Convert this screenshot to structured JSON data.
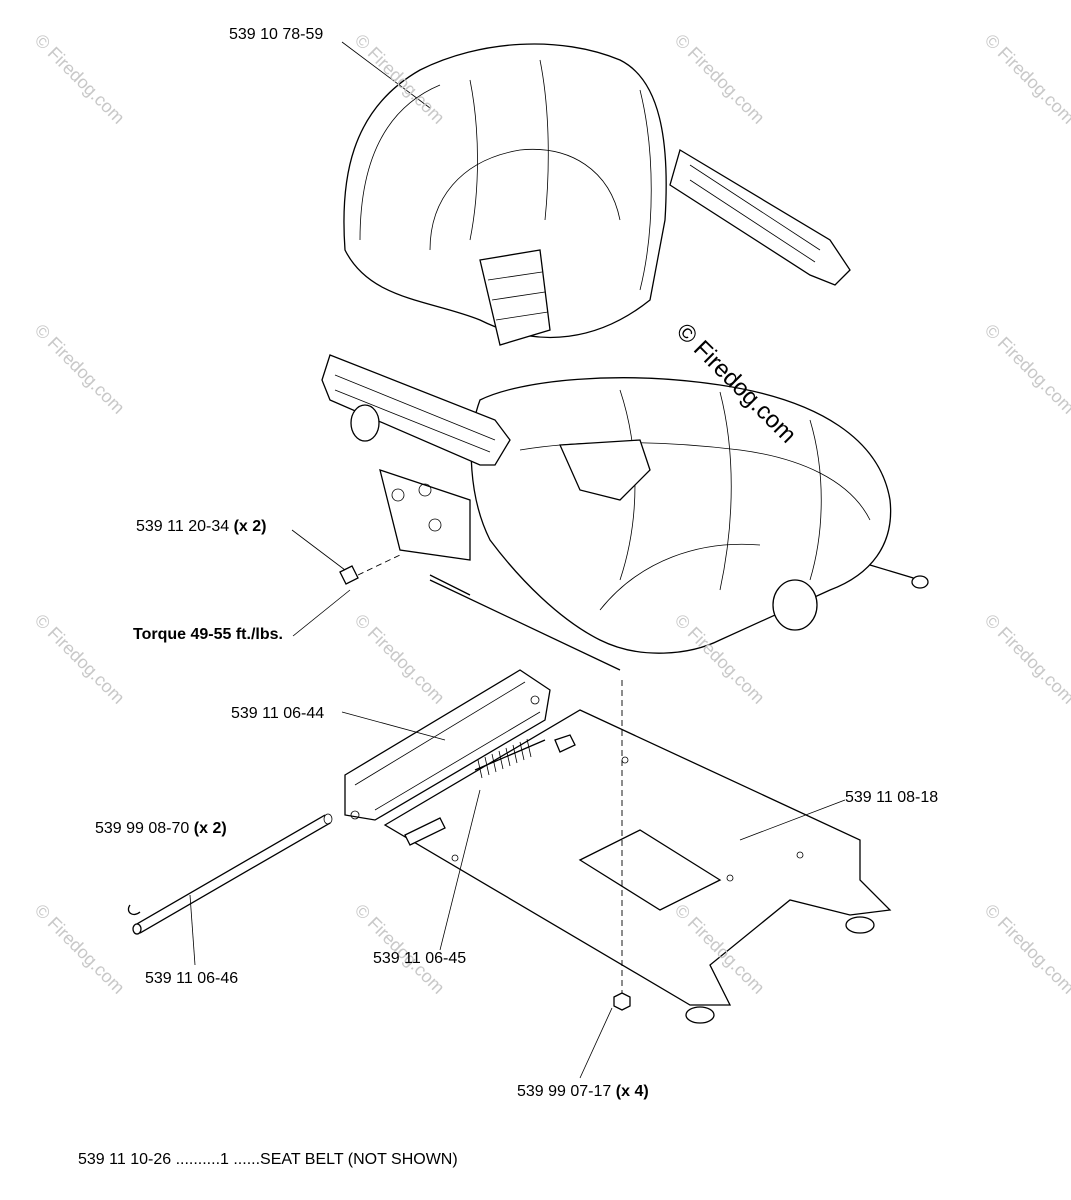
{
  "watermark": {
    "text": "© Firedog.com"
  },
  "callouts": {
    "seat": {
      "part": "539 10 78-59"
    },
    "bolt": {
      "part": "539 11 20-34",
      "qty": "(x 2)"
    },
    "torque": {
      "text": "Torque 49-55 ft./lbs."
    },
    "bracket": {
      "part": "539 11 06-44"
    },
    "plate": {
      "part": "539 11 08-18"
    },
    "clip": {
      "part": "539 99 08-70",
      "qty": "(x 2)"
    },
    "rod": {
      "part": "539 11 06-46"
    },
    "spring": {
      "part": "539 11 06-45"
    },
    "nut": {
      "part": "539 99 07-17",
      "qty": "(x 4)"
    }
  },
  "footer": {
    "text": "539 11 10-26 ..........1 ......SEAT BELT (NOT SHOWN)"
  }
}
